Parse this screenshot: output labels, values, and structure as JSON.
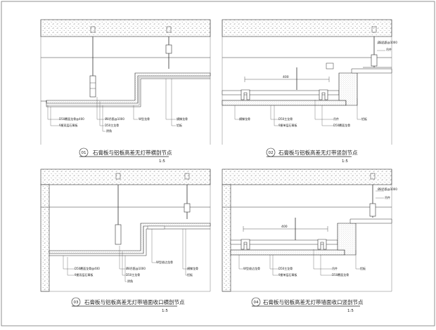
{
  "details": [
    {
      "number": "01",
      "title": "石膏板与铝板高差无灯带横剖节点",
      "scale": "1:5",
      "labels": [
        "D50覆面龙骨@400",
        "9厘双层石膏板",
        "Ø8吊筋@1000",
        "D50主龙骨",
        "阴角",
        "W型龙骨",
        "铝板",
        "横撑龙骨"
      ]
    },
    {
      "number": "02",
      "title": "石膏板与铝板高差无灯带竖剖节点",
      "scale": "1:5",
      "dimension": "400",
      "labels": [
        "Ø8吊筋@1000",
        "吊件",
        "横撑龙骨",
        "D50主龙骨",
        "9厘单层石膏板",
        "吊件",
        "D50覆面龙骨",
        "铝板"
      ]
    },
    {
      "number": "03",
      "title": "石膏板与铝板高差无灯带墙面收口横剖节点",
      "scale": "1:5",
      "labels": [
        "D50覆面龙骨@400",
        "9厘双层石膏板",
        "Ø8吊筋@1000",
        "D50主龙骨",
        "阴角",
        "W型收边龙骨",
        "横撑龙骨",
        "铝板"
      ]
    },
    {
      "number": "04",
      "title": "石膏板与铝板高差无灯带墙面收口竖剖节点",
      "scale": "1:5",
      "dimension": "400",
      "labels": [
        "Ø8吊筋@1000",
        "吊件",
        "W型收边龙骨",
        "D50主龙骨",
        "9厘单层石膏板",
        "吊件",
        "D50覆面龙骨",
        "铝板"
      ]
    }
  ]
}
